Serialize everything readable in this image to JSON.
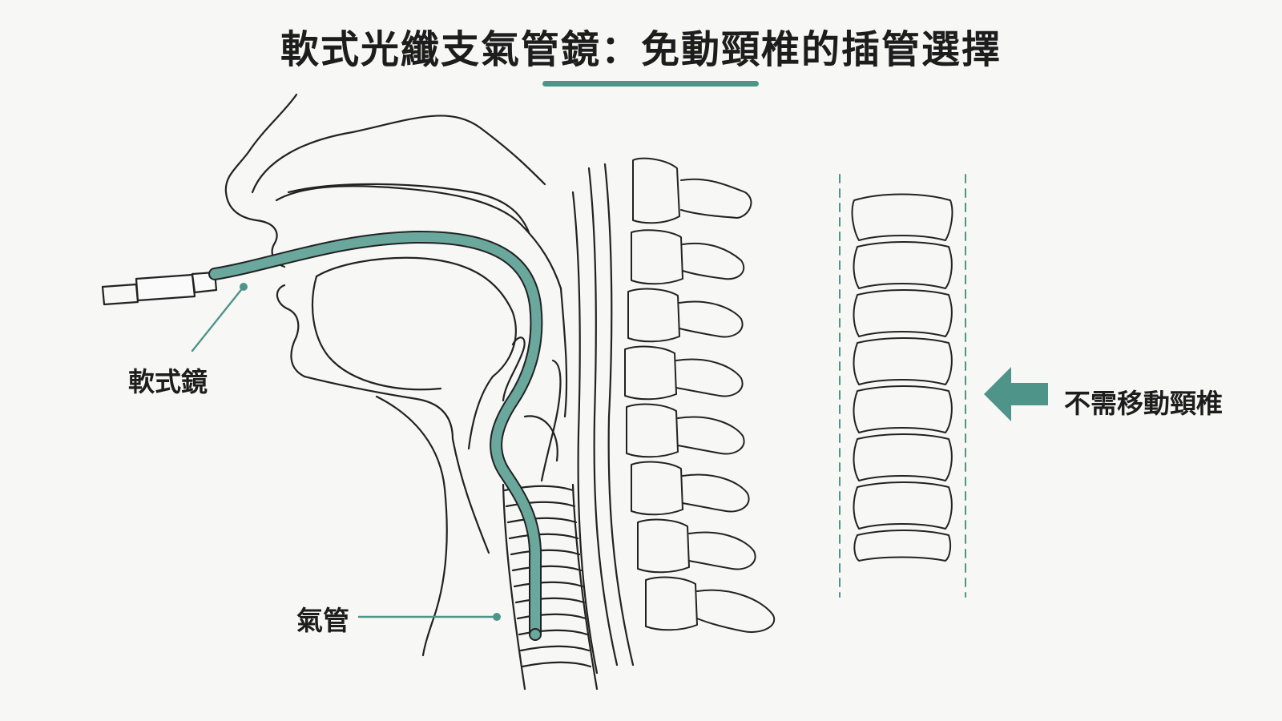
{
  "title": "軟式光纖支氣管鏡：免動頸椎的插管選擇",
  "labels": {
    "scope": "軟式鏡",
    "trachea": "氣管",
    "no_neck_movement": "不需移動頸椎"
  },
  "colors": {
    "accent": "#4e9488",
    "line": "#222222",
    "background": "#f7f7f6"
  }
}
